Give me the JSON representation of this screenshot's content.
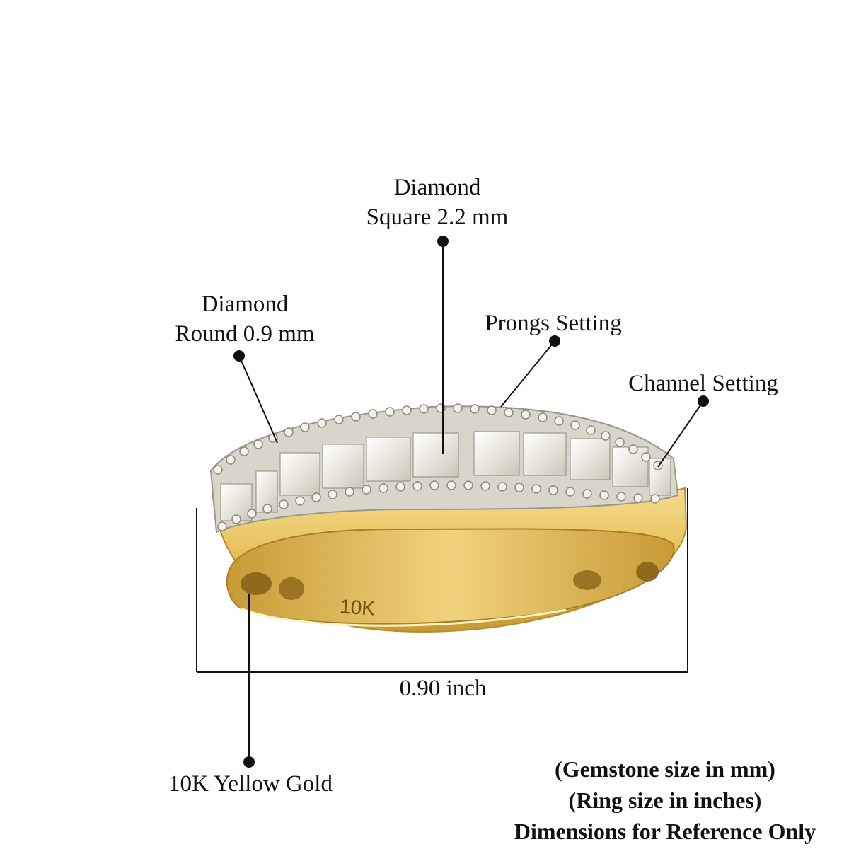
{
  "callouts": {
    "square_diamond": {
      "line1": "Diamond",
      "line2": "Square 2.2 mm"
    },
    "round_diamond": {
      "line1": "Diamond",
      "line2": "Round 0.9 mm"
    },
    "prongs": "Prongs Setting",
    "channel": "Channel Setting",
    "metal": "10K Yellow Gold"
  },
  "ring": {
    "stamp": "10K"
  },
  "dimension": {
    "width_label": "0.90 inch"
  },
  "notes": {
    "gemstone": "(Gemstone size in mm)",
    "ring_size": "(Ring size in inches)",
    "disclaimer": "Dimensions for Reference Only"
  },
  "colors": {
    "gold": "#e7c25e",
    "gold_light": "#f6dc8d",
    "gold_dark": "#b98d2c",
    "diamond": "#f1efe7",
    "line": "#111111"
  }
}
